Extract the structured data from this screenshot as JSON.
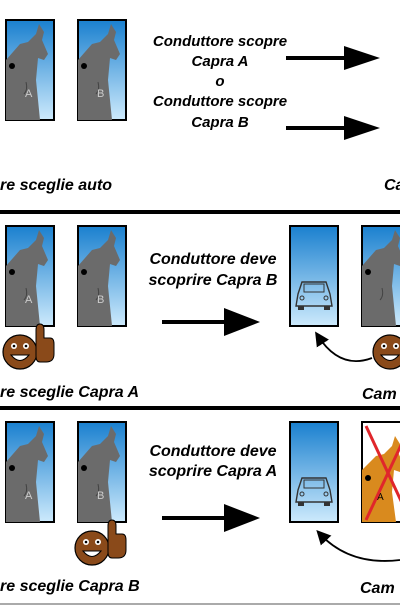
{
  "colors": {
    "door_top": "#1a80cf",
    "door_bottom": "#cdeafc",
    "goat": "#6b6b6b",
    "face": "#8a4a1a",
    "cross": "#e0262b"
  },
  "door_letters": {
    "a": "A",
    "b": "B"
  },
  "panel1": {
    "line1": "Conduttore scopre",
    "line2": "Capra A",
    "line3": "o",
    "line4": "Conduttore scopre",
    "line5": "Capra B",
    "caption_left": "re sceglie auto",
    "caption_right": "Cam"
  },
  "panel2": {
    "line1": "Conduttore deve",
    "line2": "scoprire Capra B",
    "caption_left": "re sceglie Capra A",
    "caption_right": "Cam"
  },
  "panel3": {
    "line1": "Conduttore deve",
    "line2": "scoprire Capra A",
    "caption_left": "re sceglie Capra B",
    "caption_right": "Cam"
  }
}
